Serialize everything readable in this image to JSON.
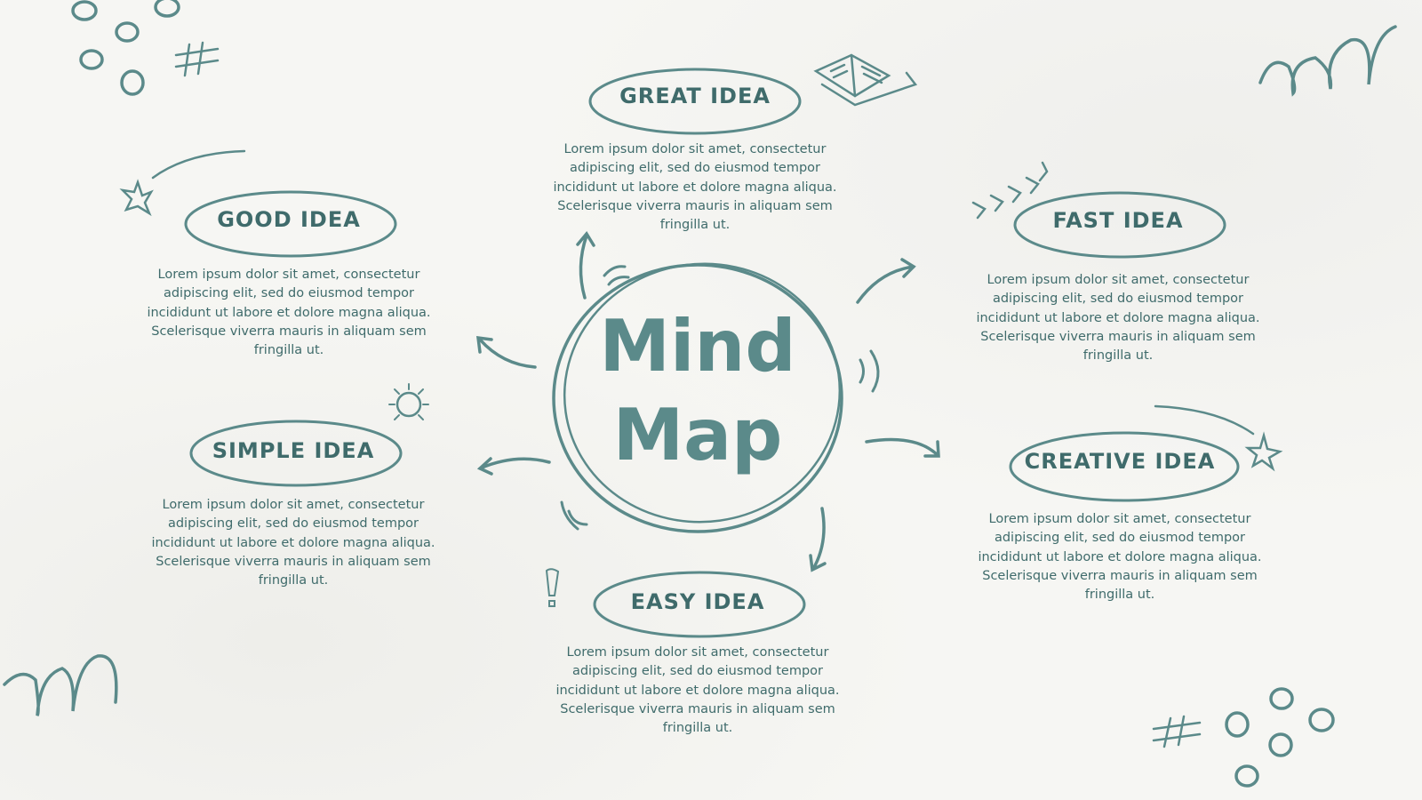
{
  "center_title": [
    "Mind",
    "Map"
  ],
  "nodes": [
    {
      "label": "GREAT IDEA",
      "description": "Lorem ipsum dolor sit amet, consectetur adipiscing elit, sed do eiusmod tempor incididunt ut labore et dolore magna aliqua. Scelerisque viverra mauris in aliquam sem fringilla ut."
    },
    {
      "label": "GOOD IDEA",
      "description": "Lorem ipsum dolor sit amet, consectetur adipiscing elit, sed do eiusmod tempor incididunt ut labore et dolore magna aliqua. Scelerisque viverra mauris in aliquam sem fringilla ut."
    },
    {
      "label": "FAST IDEA",
      "description": "Lorem ipsum dolor sit amet, consectetur adipiscing elit, sed do eiusmod tempor incididunt ut labore et dolore magna aliqua. Scelerisque viverra mauris in aliquam sem fringilla ut."
    },
    {
      "label": "SIMPLE IDEA",
      "description": "Lorem ipsum dolor sit amet, consectetur adipiscing elit, sed do eiusmod tempor incididunt ut labore et dolore magna aliqua. Scelerisque viverra mauris in aliquam sem fringilla ut."
    },
    {
      "label": "CREATIVE IDEA",
      "description": "Lorem ipsum dolor sit amet, consectetur adipiscing elit, sed do eiusmod tempor incididunt ut labore et dolore magna aliqua. Scelerisque viverra mauris in aliquam sem fringilla ut."
    },
    {
      "label": "EASY IDEA",
      "description": "Lorem ipsum dolor sit amet, consectetur adipiscing elit, sed do eiusmod tempor incididunt ut labore et dolore magna aliqua. Scelerisque viverra mauris in aliquam sem fringilla ut."
    }
  ],
  "colors": {
    "ink": "#3f6b6b",
    "stroke": "#5b8a8a",
    "background": "#f6f6f3"
  }
}
